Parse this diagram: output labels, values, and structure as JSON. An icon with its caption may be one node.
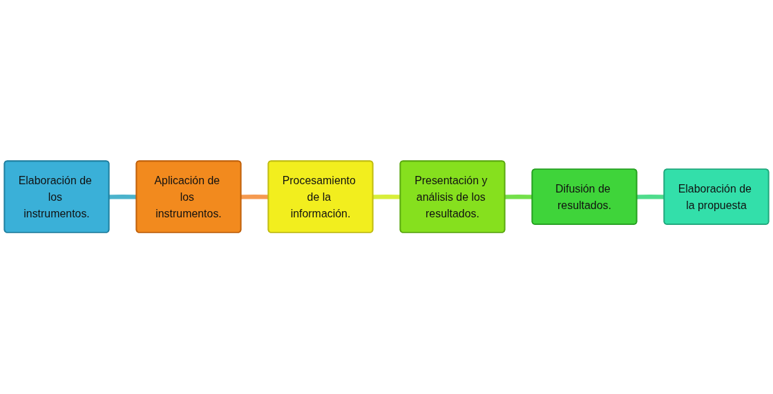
{
  "diagram": {
    "nodes": [
      {
        "text": [
          "Elaboración de los instrumentos."
        ]
      },
      {
        "text": [
          "Aplicación de los instrumentos."
        ]
      },
      {
        "text": [
          "Procesamiento de la información."
        ]
      },
      {
        "text": [
          "Presentación y análisis de los resultados."
        ]
      },
      {
        "text": [
          "Difusión de resultados."
        ]
      },
      {
        "text": [
          "Elaboración de la propuesta"
        ]
      }
    ],
    "edges": [
      {
        "from": 0,
        "to": 1,
        "arrow": "none",
        "color": "#4bb3cc"
      },
      {
        "from": 1,
        "to": 2,
        "arrow": "none",
        "color": "#f59a50"
      },
      {
        "from": 2,
        "to": 3,
        "arrow": "none",
        "color": "#d8ee3a"
      },
      {
        "from": 3,
        "to": 4,
        "arrow": "none",
        "color": "#74e04a"
      },
      {
        "from": 4,
        "to": 5,
        "arrow": "none",
        "color": "#4fdc8c"
      }
    ]
  }
}
